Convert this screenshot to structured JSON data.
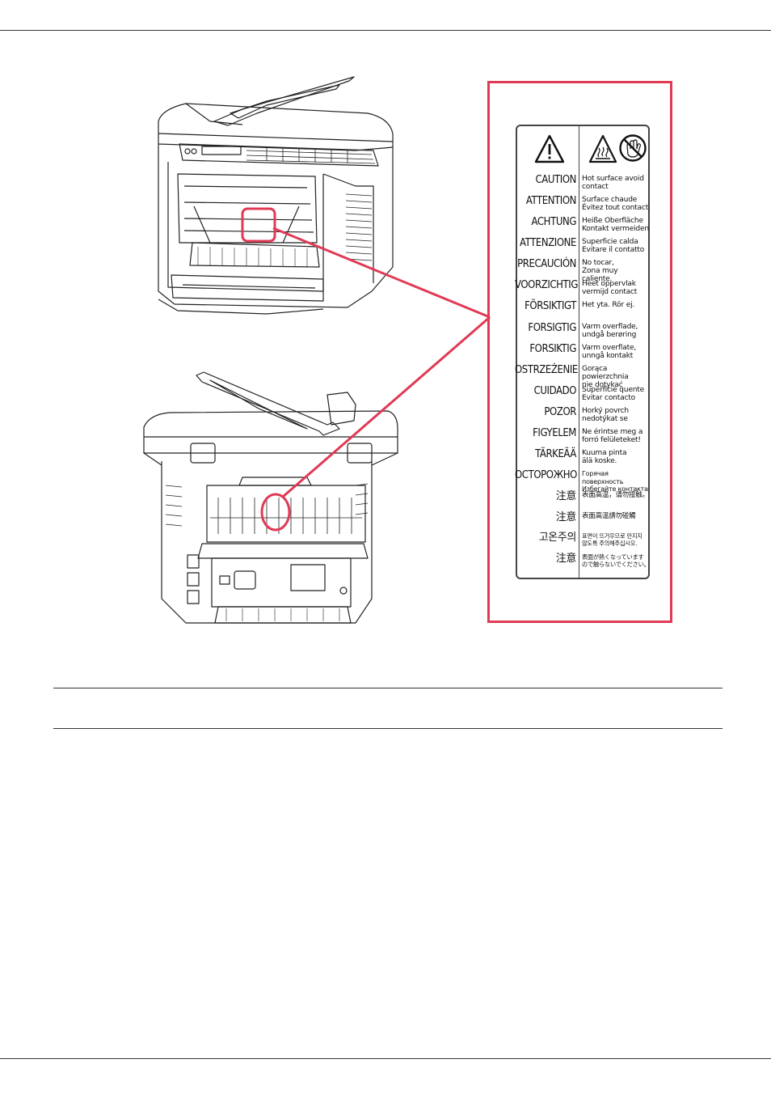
{
  "warning_label": {
    "rows": [
      {
        "word": "CAUTION",
        "message": "Hot surface avoid\ncontact"
      },
      {
        "word": "ATTENTION",
        "message": "Surface chaude\nÉvitez tout contact"
      },
      {
        "word": "ACHTUNG",
        "message": "Heiße Oberfläche\nKontakt vermeiden"
      },
      {
        "word": "ATTENZIONE",
        "message": "Superficie calda\nEvitare il contatto"
      },
      {
        "word": "PRECAUCIÓN",
        "message": "No tocar,\nZona muy caliente."
      },
      {
        "word": "VOORZICHTIG",
        "message": "Heet oppervlak\nvermijd contact"
      },
      {
        "word": "FÖRSIKTIGT",
        "message": "Het yta. Rör ej."
      },
      {
        "word": "FORSIGTIG",
        "message": "Varm overflade,\nundgå berøring"
      },
      {
        "word": "FORSIKTIG",
        "message": "Varm overflate,\nunngå kontakt"
      },
      {
        "word": "OSTRZEŻENIE",
        "message": "Gorąca powierzchnia\nnie dotykać"
      },
      {
        "word": "CUIDADO",
        "message": "Superfície quente\nEvitar contacto"
      },
      {
        "word": "POZOR",
        "message": "Horký povrch\nnedotýkat se"
      },
      {
        "word": "FIGYELEM",
        "message": "Ne érintse meg a\nforró felületeket!"
      },
      {
        "word": "TÄRKEÄÄ",
        "message": "Kuuma pinta\nälä koske."
      },
      {
        "word": "ОСТОРОЖНО",
        "message": "Горячая поверхность\nИзбегайте контакта"
      },
      {
        "word": "注意",
        "message": "表面高温，请勿接触。"
      },
      {
        "word": "注意",
        "message": "表面高溫請勿碰觸"
      },
      {
        "word": "고온주의",
        "message": "표면이 뜨거우므로 만지지\n않도록 주의해주십시오."
      },
      {
        "word": "注意",
        "message": "表面が熱くなっています\nので触らないでください。"
      }
    ]
  },
  "colors": {
    "callout": "#e03a55",
    "line_art": "#222222"
  },
  "icons": [
    "warning-triangle-icon",
    "hot-surface-icon",
    "no-touch-icon"
  ]
}
